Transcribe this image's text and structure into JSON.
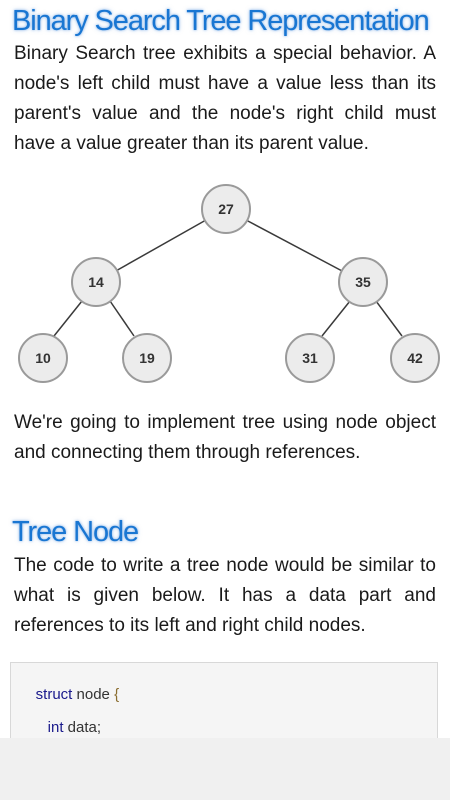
{
  "section1": {
    "title": "Binary Search Tree Representation",
    "paragraph": "Binary Search tree exhibits a special behavior. A node's left child must have a value less than its parent's value and the node's right child must have a value greater than its parent value."
  },
  "tree": {
    "nodes": [
      {
        "id": "n27",
        "label": "27"
      },
      {
        "id": "n14",
        "label": "14"
      },
      {
        "id": "n35",
        "label": "35"
      },
      {
        "id": "n10",
        "label": "10"
      },
      {
        "id": "n19",
        "label": "19"
      },
      {
        "id": "n31",
        "label": "31"
      },
      {
        "id": "n42",
        "label": "42"
      }
    ]
  },
  "paragraph2": "We're going to implement tree using node object and connecting them through references.",
  "section2": {
    "title": "Tree Node",
    "paragraph": "The code to write a tree node would be similar to what is given below. It has a data part and references to its left and right child nodes."
  },
  "code": {
    "line1_keyword": "struct",
    "line1_name": " node ",
    "line1_brace": "{",
    "line2_type": "int",
    "line2_rest": " data;"
  },
  "colors": {
    "heading": "#1976d2",
    "node_fill": "#ececec",
    "code_bg": "#f5f5f5"
  }
}
